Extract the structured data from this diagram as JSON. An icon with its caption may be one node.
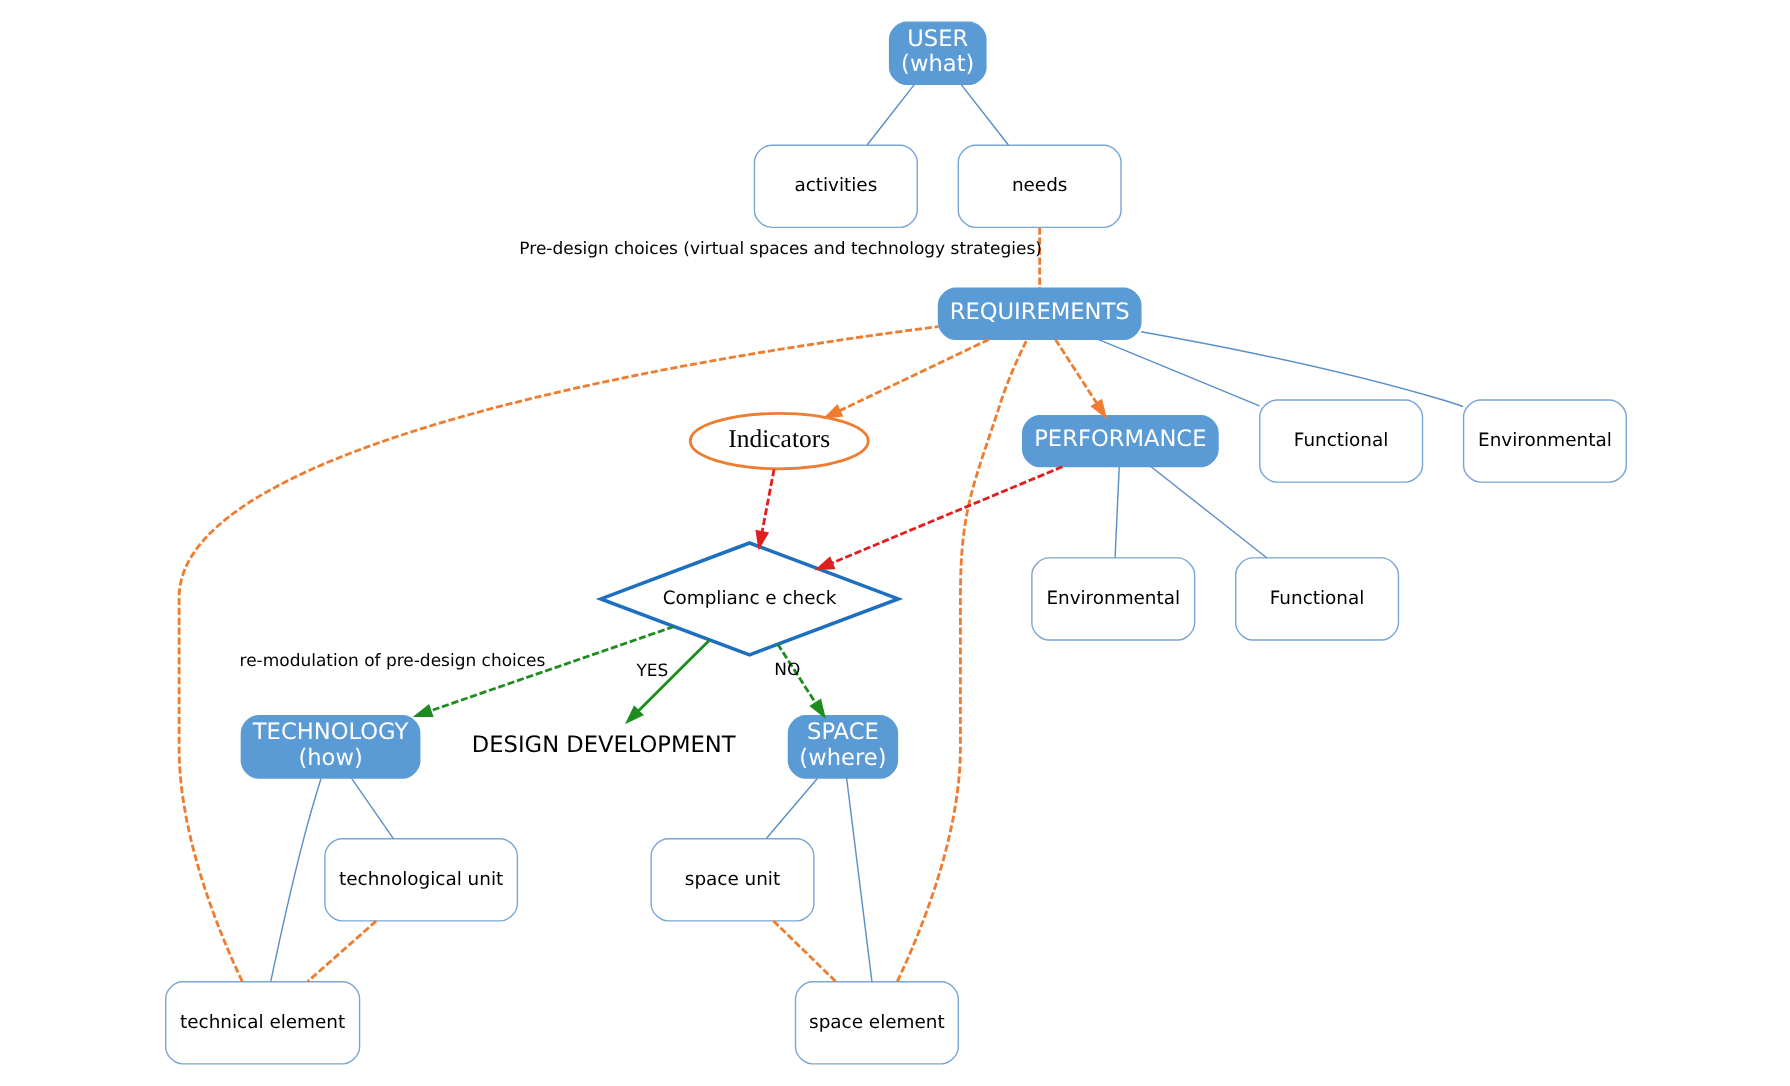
{
  "diagram": {
    "nodes": [
      {
        "text": [
          "USER",
          "(what)"
        ]
      },
      {
        "text": [
          "activities"
        ]
      },
      {
        "text": [
          "needs"
        ]
      },
      {
        "text": [
          "SPACE",
          "(where)"
        ]
      },
      {
        "text": [
          "space unit"
        ]
      },
      {
        "text": [
          "space element"
        ]
      },
      {
        "text": [
          "TECHNOLOGY",
          "(how)"
        ]
      },
      {
        "text": [
          "technological unit"
        ]
      },
      {
        "text": [
          "technical element"
        ]
      },
      {
        "text": [
          "Indicators"
        ]
      },
      {
        "text": [
          "Complianc e check"
        ]
      },
      {
        "text": [
          "DESIGN DEVELOPMENT"
        ]
      },
      {
        "text": [
          "REQUIREMENTS"
        ]
      },
      {
        "text": [
          "PERFORMANCE"
        ]
      },
      {
        "text": [
          "Functional"
        ]
      },
      {
        "text": [
          "Environmental"
        ]
      },
      {
        "text": [
          "Functional"
        ]
      },
      {
        "text": [
          "Environmental"
        ]
      }
    ],
    "edges": [
      {
        "from": 0,
        "to": 1,
        "arrow": "none"
      },
      {
        "from": 0,
        "to": 2,
        "arrow": "none"
      },
      {
        "from": 3,
        "to": 4,
        "arrow": "none"
      },
      {
        "from": 3,
        "to": 5,
        "arrow": "none"
      },
      {
        "from": 6,
        "to": 7,
        "arrow": "none"
      },
      {
        "from": 6,
        "to": 8,
        "arrow": "none"
      },
      {
        "from": 4,
        "to": 5,
        "arrow": "none",
        "style": "dashed",
        "color": "#ed7d31"
      },
      {
        "from": 7,
        "to": 8,
        "arrow": "none",
        "style": "dashed",
        "color": "#ed7d31"
      },
      {
        "from": 2,
        "to": 12,
        "arrow": "none",
        "style": "dashed",
        "color": "#ed7d31",
        "label": "Pre-design choices (virtual spaces and technology strategies)"
      },
      {
        "from": 5,
        "to": 12,
        "arrow": "none",
        "style": "dashed",
        "color": "#ed7d31"
      },
      {
        "from": 8,
        "to": 12,
        "arrow": "none",
        "style": "dashed",
        "color": "#ed7d31"
      },
      {
        "from": 12,
        "to": 13,
        "arrow": "to",
        "style": "dashed",
        "color": "#ed7d31"
      },
      {
        "from": 12,
        "to": 9,
        "arrow": "to",
        "style": "dashed",
        "color": "#ed7d31"
      },
      {
        "from": 9,
        "to": 10,
        "arrow": "to",
        "style": "dashed",
        "color": "#e02020"
      },
      {
        "from": 13,
        "to": 10,
        "arrow": "to",
        "style": "dashed",
        "color": "#e02020"
      },
      {
        "from": 10,
        "to": 11,
        "arrow": "to",
        "color": "#1e8c1e",
        "label": "YES"
      },
      {
        "from": 10,
        "to": 3,
        "arrow": "to",
        "style": "dashed",
        "color": "#1e8c1e",
        "label": "NO"
      },
      {
        "from": 10,
        "to": 6,
        "arrow": "to",
        "style": "dashed",
        "color": "#1e8c1e",
        "label": "re-modulation of pre-design choices"
      },
      {
        "from": 12,
        "to": 14,
        "arrow": "none"
      },
      {
        "from": 12,
        "to": 15,
        "arrow": "none"
      },
      {
        "from": 13,
        "to": 16,
        "arrow": "none"
      },
      {
        "from": 13,
        "to": 17,
        "arrow": "none"
      }
    ]
  }
}
